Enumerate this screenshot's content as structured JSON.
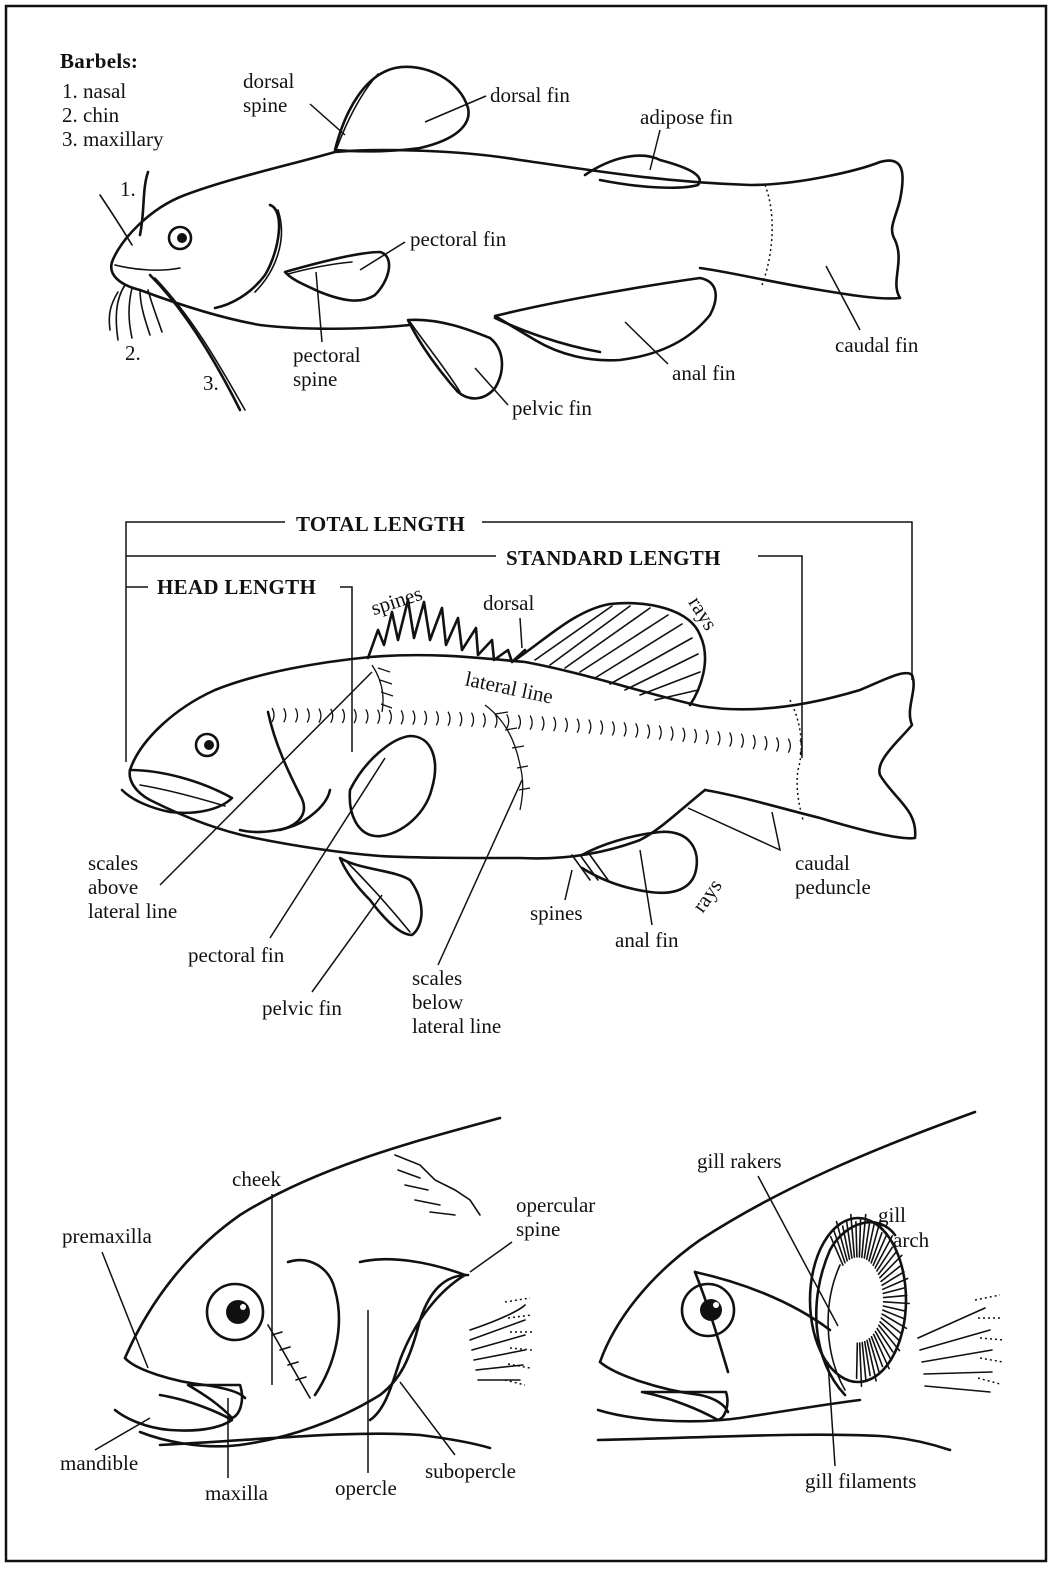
{
  "catfish": {
    "barbels_title": "Barbels:",
    "barbels": [
      "1. nasal",
      "2. chin",
      "3. maxillary"
    ],
    "num_1": "1.",
    "num_2": "2.",
    "num_3": "3.",
    "dorsal_spine": [
      "dorsal",
      "spine"
    ],
    "dorsal_fin": "dorsal fin",
    "adipose_fin": "adipose fin",
    "pectoral_fin": "pectoral fin",
    "pectoral_spine": [
      "pectoral",
      "spine"
    ],
    "caudal_fin": "caudal fin",
    "anal_fin": "anal fin",
    "pelvic_fin": "pelvic fin"
  },
  "bass": {
    "total_length": "TOTAL LENGTH",
    "standard_length": "STANDARD LENGTH",
    "head_length": "HEAD LENGTH",
    "spines_top": "spines",
    "dorsal": "dorsal",
    "rays_top": "rays",
    "lateral_line": "lateral line",
    "scales_above": [
      "scales",
      "above",
      "lateral line"
    ],
    "pectoral_fin": "pectoral fin",
    "pelvic_fin": "pelvic fin",
    "scales_below": [
      "scales",
      "below",
      "lateral line"
    ],
    "spines_bottom": "spines",
    "anal_fin": "anal fin",
    "rays_bottom": "rays",
    "caudal_peduncle": [
      "caudal",
      "peduncle"
    ]
  },
  "head_left": {
    "cheek": "cheek",
    "premaxilla": "premaxilla",
    "opercular_spine": [
      "opercular",
      "spine"
    ],
    "mandible": "mandible",
    "maxilla": "maxilla",
    "opercle": "opercle",
    "subopercle": "subopercle"
  },
  "head_right": {
    "gill_rakers": "gill rakers",
    "gill_arch": [
      "gill",
      "arch"
    ],
    "gill_filaments": "gill filaments"
  }
}
